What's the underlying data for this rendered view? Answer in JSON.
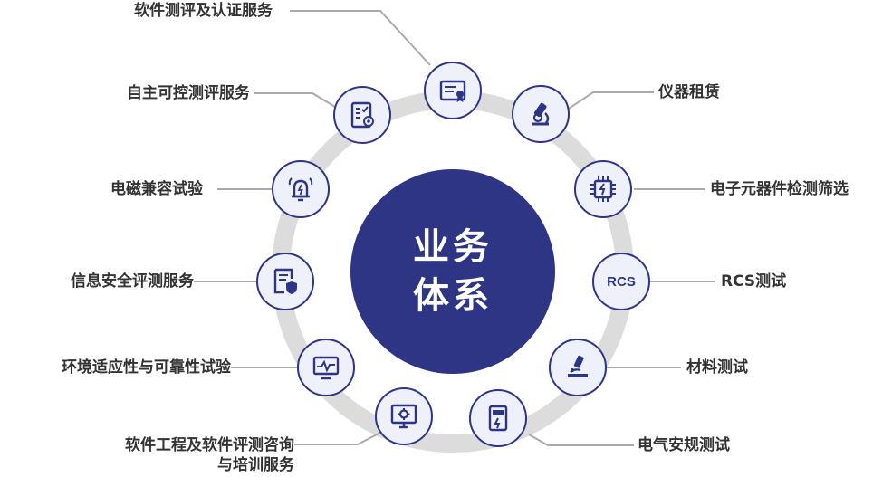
{
  "center": {
    "line1": "业务",
    "line2": "体系"
  },
  "services": [
    {
      "label": "软件测评及认证服务",
      "icon": "certificate-icon"
    },
    {
      "label": "仪器租赁",
      "icon": "microscope-icon"
    },
    {
      "label": "电子元器件检测筛选",
      "icon": "chip-icon"
    },
    {
      "label": "RCS测试",
      "icon": "rcs-icon",
      "icon_text": "RCS"
    },
    {
      "label": "材料测试",
      "icon": "microscope-slide-icon"
    },
    {
      "label": "电气安规测试",
      "icon": "electric-meter-icon"
    },
    {
      "label_line1": "软件工程及软件评测咨询",
      "label_line2": "与培训服务",
      "icon": "monitor-gear-icon"
    },
    {
      "label": "环境适应性与可靠性试验",
      "icon": "monitor-pulse-icon"
    },
    {
      "label": "信息安全评测服务",
      "icon": "document-shield-icon"
    },
    {
      "label": "电磁兼容试验",
      "icon": "alarm-bell-icon"
    },
    {
      "label": "自主可控测评服务",
      "icon": "checklist-gear-icon"
    }
  ],
  "colors": {
    "primary": "#2e3585",
    "node_fill": "#eef0fa",
    "ring": "#dcdcdc",
    "leader": "#aaaaaa",
    "text": "#333333"
  }
}
